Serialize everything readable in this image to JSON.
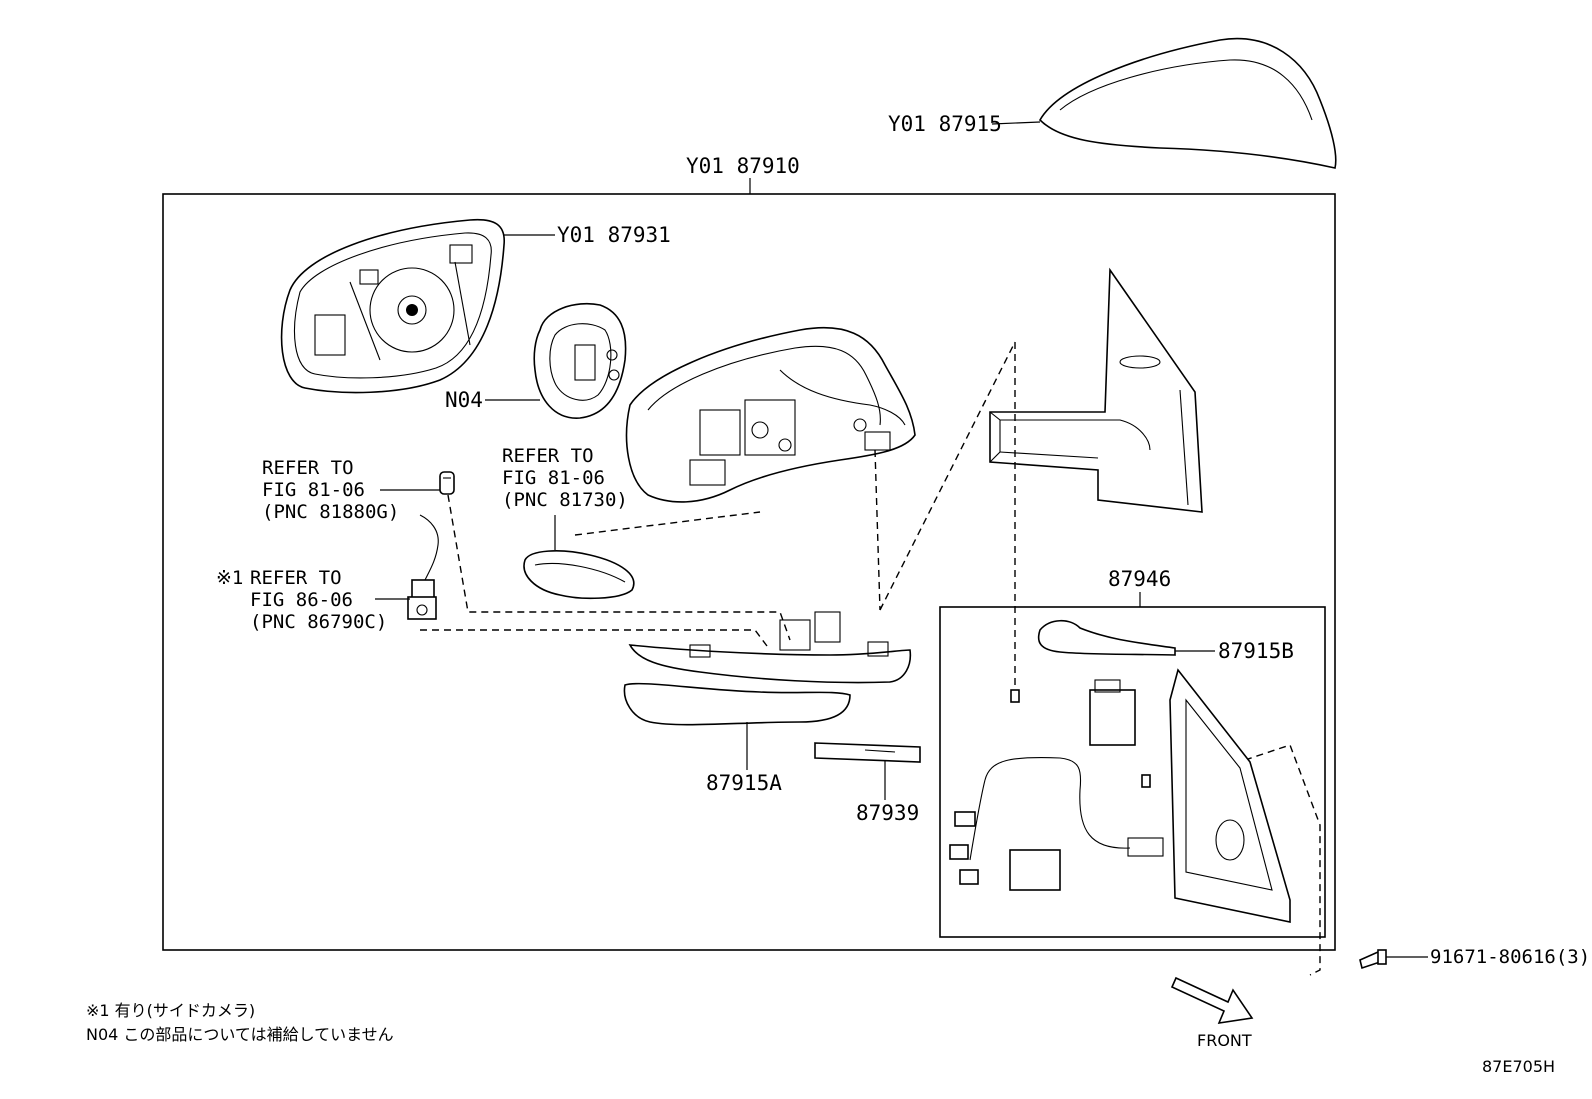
{
  "labels": {
    "cover": "Y01 87915",
    "mirror_assy": "Y01 87910",
    "mirror_glass": "Y01 87931",
    "motor": "N04",
    "refer_a_1": "REFER TO",
    "refer_a_2": "FIG 81-06",
    "refer_a_3": "(PNC 81880G)",
    "refer_b_1": "REFER TO",
    "refer_b_2": "FIG 81-06",
    "refer_b_3": "(PNC 81730)",
    "refer_c_mark": "※1",
    "refer_c_1": "REFER TO",
    "refer_c_2": "FIG 86-06",
    "refer_c_3": "(PNC 86790C)",
    "sub_assy": "87946",
    "cover_b": "87915B",
    "cover_a": "87915A",
    "part_87939": "87939",
    "bolt": "91671-80616(3)",
    "front": "FRONT"
  },
  "notes": {
    "note1": "※1 有り(サイドカメラ)",
    "note2": "N04 この部品については補給していません"
  },
  "figure_code": "87E705H"
}
